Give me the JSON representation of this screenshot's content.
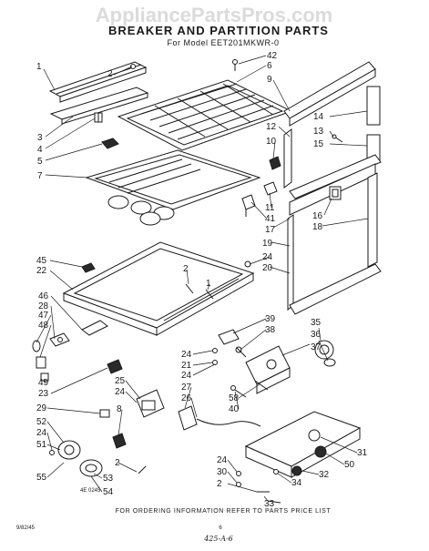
{
  "watermark": "AppliancePartsPros.com",
  "title": "BREAKER AND PARTITION PARTS",
  "subtitle": "For Model EET201MKWR-0",
  "footer_note": "FOR ORDERING INFORMATION REFER TO PARTS PRICE LIST",
  "ref_code": "4E 0245",
  "date_code": "9/82/45",
  "page_number": "6",
  "handwritten_note": "425-A-6",
  "callouts": [
    {
      "id": "c1",
      "label": "1"
    },
    {
      "id": "c2a",
      "label": "2"
    },
    {
      "id": "c3",
      "label": "3"
    },
    {
      "id": "c4",
      "label": "4"
    },
    {
      "id": "c5",
      "label": "5"
    },
    {
      "id": "c7",
      "label": "7"
    },
    {
      "id": "c42",
      "label": "42"
    },
    {
      "id": "c6",
      "label": "6"
    },
    {
      "id": "c9",
      "label": "9"
    },
    {
      "id": "c14",
      "label": "14"
    },
    {
      "id": "c13",
      "label": "13"
    },
    {
      "id": "c15",
      "label": "15"
    },
    {
      "id": "c12",
      "label": "12"
    },
    {
      "id": "c10",
      "label": "10"
    },
    {
      "id": "c11",
      "label": "11"
    },
    {
      "id": "c41",
      "label": "41"
    },
    {
      "id": "c17",
      "label": "17"
    },
    {
      "id": "c16",
      "label": "16"
    },
    {
      "id": "c18",
      "label": "18"
    },
    {
      "id": "c19",
      "label": "19"
    },
    {
      "id": "c24a",
      "label": "24"
    },
    {
      "id": "c20",
      "label": "20"
    },
    {
      "id": "c45",
      "label": "45"
    },
    {
      "id": "c22",
      "label": "22"
    },
    {
      "id": "c2b",
      "label": "2"
    },
    {
      "id": "c1b",
      "label": "1"
    },
    {
      "id": "c46",
      "label": "46"
    },
    {
      "id": "c28",
      "label": "28"
    },
    {
      "id": "c47",
      "label": "47"
    },
    {
      "id": "c48",
      "label": "48"
    },
    {
      "id": "c49",
      "label": "49"
    },
    {
      "id": "c23",
      "label": "23"
    },
    {
      "id": "c39",
      "label": "39"
    },
    {
      "id": "c38",
      "label": "38"
    },
    {
      "id": "c35",
      "label": "35"
    },
    {
      "id": "c36",
      "label": "36"
    },
    {
      "id": "c37",
      "label": "37"
    },
    {
      "id": "c24b",
      "label": "24"
    },
    {
      "id": "c21",
      "label": "21"
    },
    {
      "id": "c24c",
      "label": "24"
    },
    {
      "id": "c58",
      "label": "58"
    },
    {
      "id": "c40",
      "label": "40"
    },
    {
      "id": "c25",
      "label": "25"
    },
    {
      "id": "c24d",
      "label": "24"
    },
    {
      "id": "c27",
      "label": "27"
    },
    {
      "id": "c26",
      "label": "26"
    },
    {
      "id": "c29",
      "label": "29"
    },
    {
      "id": "c8",
      "label": "8"
    },
    {
      "id": "c52",
      "label": "52"
    },
    {
      "id": "c24e",
      "label": "24"
    },
    {
      "id": "c51",
      "label": "51"
    },
    {
      "id": "c55",
      "label": "55"
    },
    {
      "id": "c53",
      "label": "53"
    },
    {
      "id": "c54",
      "label": "54"
    },
    {
      "id": "c2c",
      "label": "2"
    },
    {
      "id": "c24f",
      "label": "24"
    },
    {
      "id": "c30",
      "label": "30"
    },
    {
      "id": "c2d",
      "label": "2"
    },
    {
      "id": "c31",
      "label": "31"
    },
    {
      "id": "c50",
      "label": "50"
    },
    {
      "id": "c32",
      "label": "32"
    },
    {
      "id": "c34",
      "label": "34"
    },
    {
      "id": "c33",
      "label": "33"
    }
  ]
}
